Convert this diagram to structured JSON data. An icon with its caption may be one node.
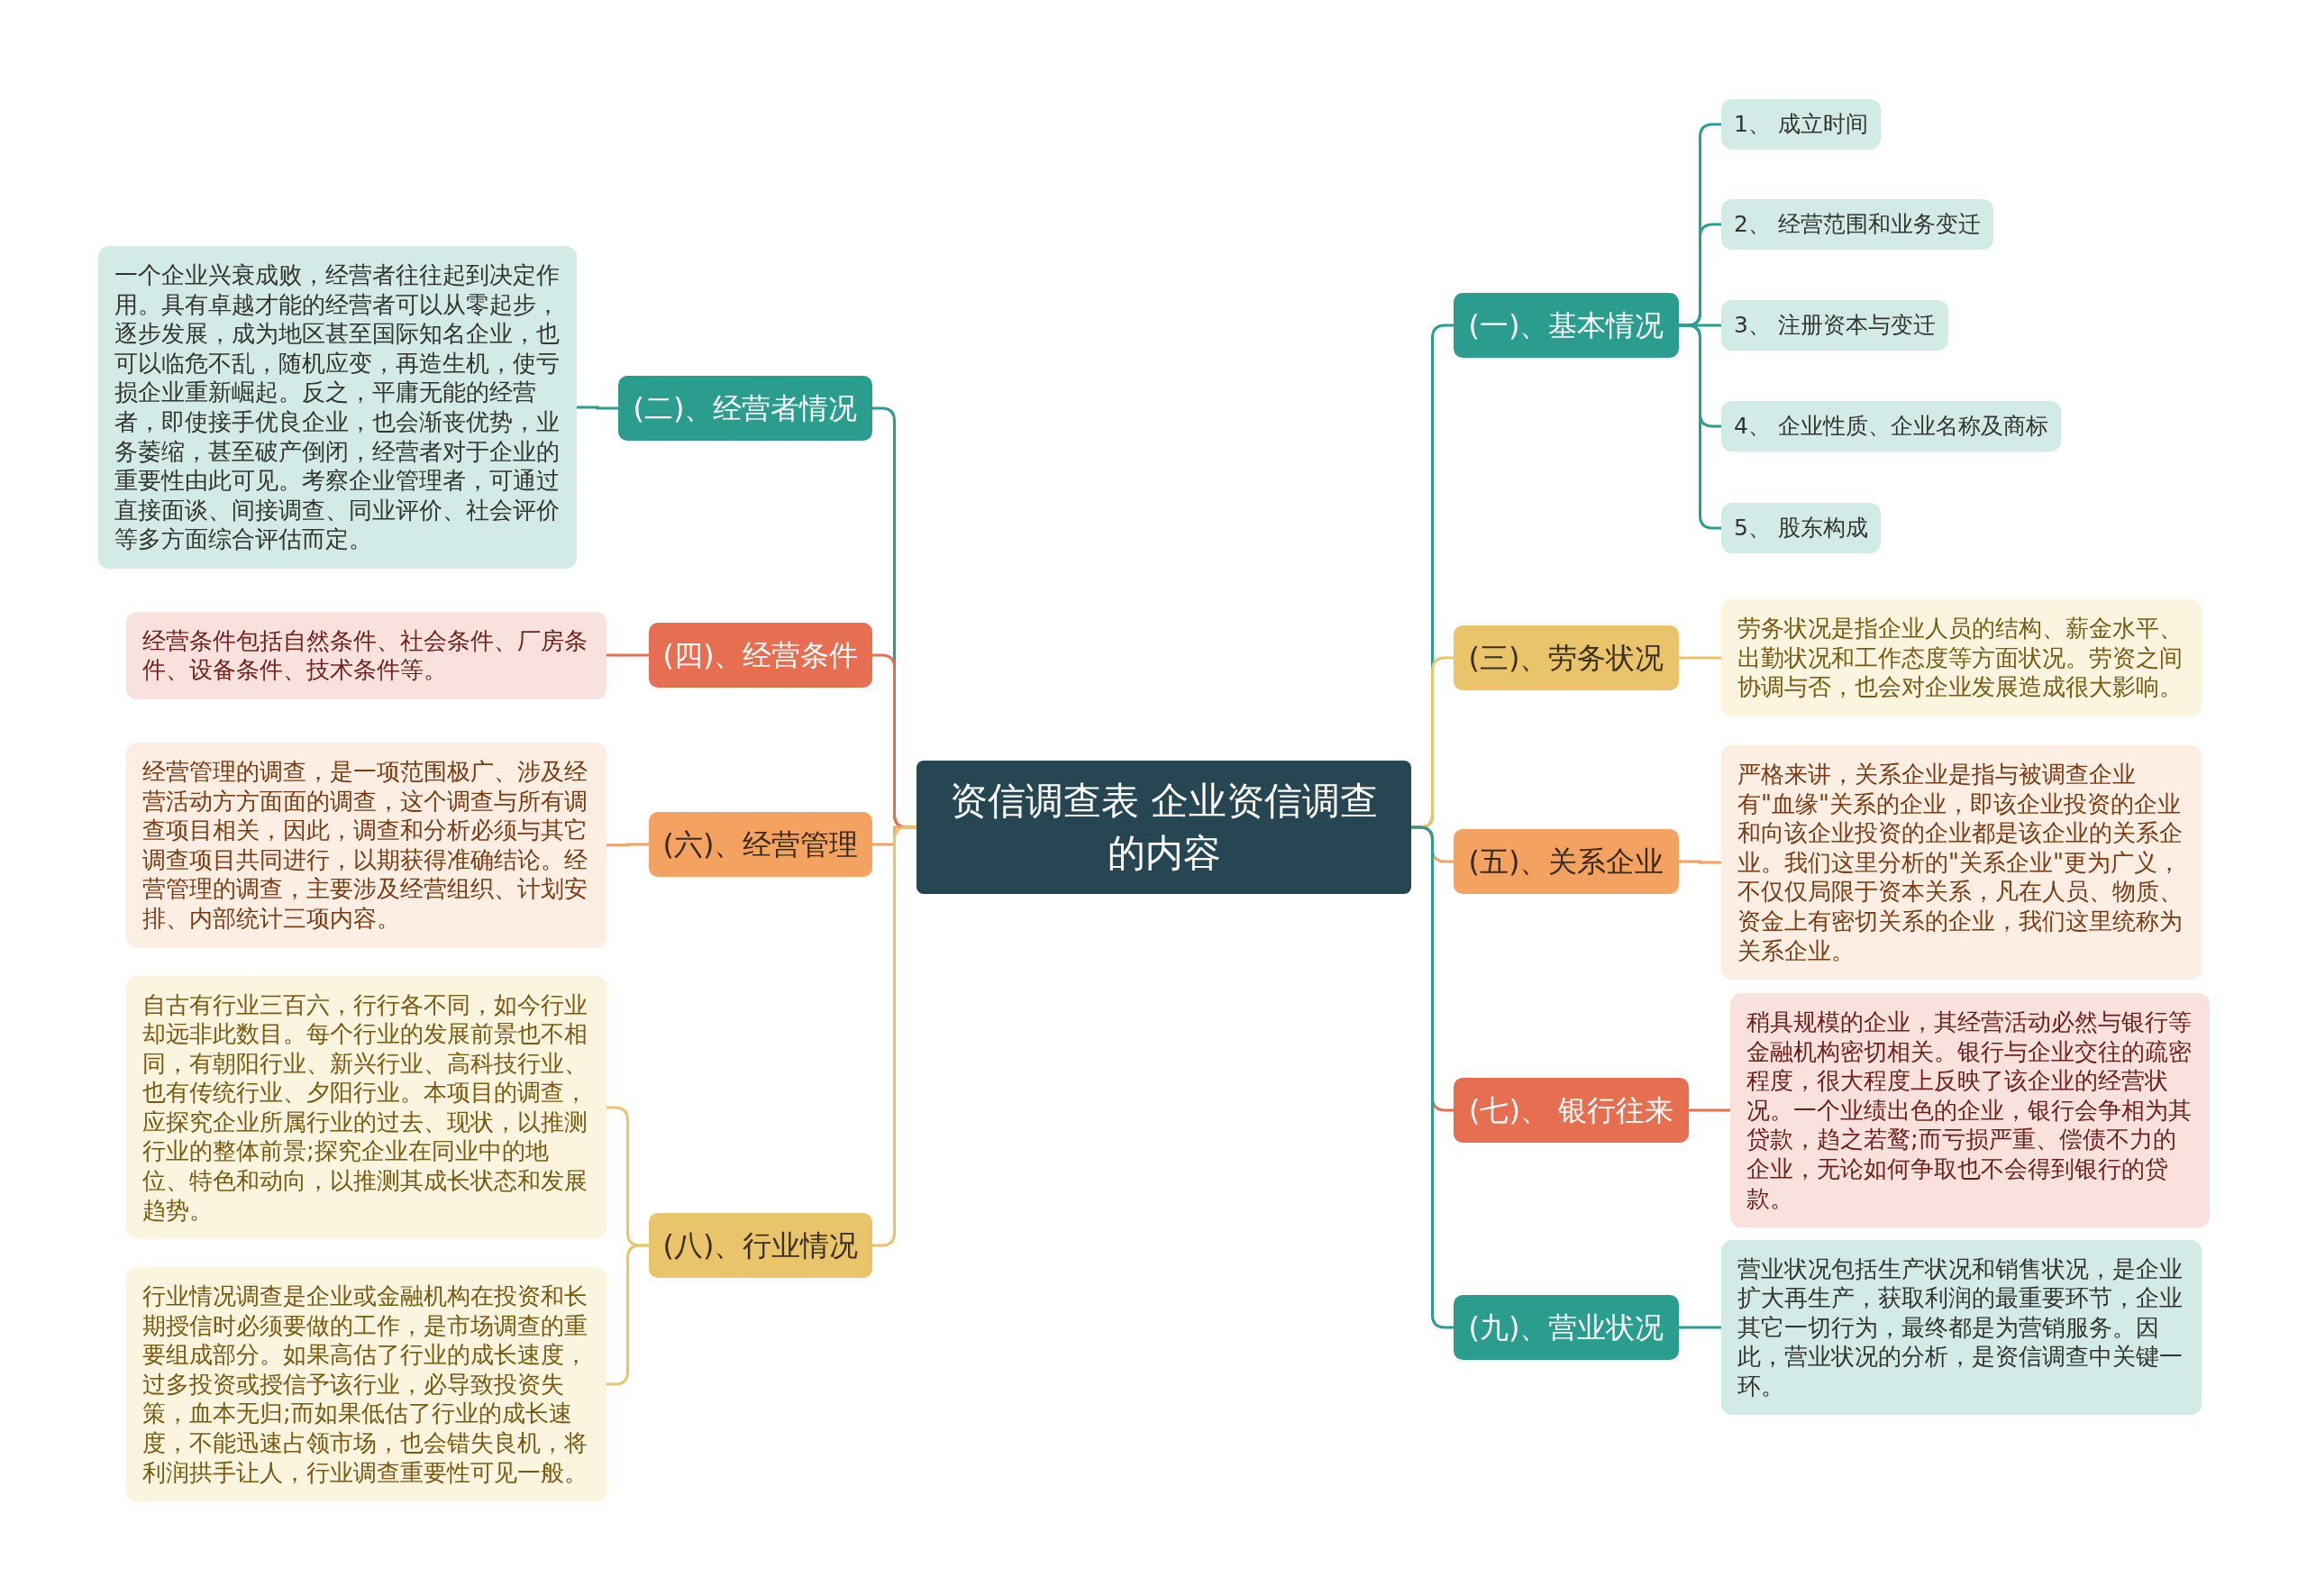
{
  "diagram": {
    "nodes": [
      {
        "text": [
          "资信调查表 企业资信调查的内容"
        ]
      },
      {
        "text": [
          "(一)、基本情况"
        ]
      },
      {
        "text": [
          "1、 成立时间"
        ]
      },
      {
        "text": [
          "2、 经营范围和业务变迁"
        ]
      },
      {
        "text": [
          "3、 注册资本与变迁"
        ]
      },
      {
        "text": [
          "4、 企业性质、企业名称及商标"
        ]
      },
      {
        "text": [
          "5、 股东构成"
        ]
      },
      {
        "text": [
          "(二)、经营者情况"
        ]
      },
      {
        "text": [
          "一个企业兴衰成败，经营者往往起到决定作用。具有卓越才能的经营者可以从零起步，逐步发展，成为地区甚至国际知名企业，也可以临危不乱，随机应变，再造生机，使亏损企业重新崛起。反之，平庸无能的经营者，即使接手优良企业，也会渐丧优势，业务萎缩，甚至破产倒闭，经营者对于企业的重要性由此可见。考察企业管理者，可通过直接面谈、间接调查、同业评价、社会评价等多方面综合评估而定。"
        ]
      },
      {
        "text": [
          "(三)、劳务状况"
        ]
      },
      {
        "text": [
          "劳务状况是指企业人员的结构、薪金水平、出勤状况和工作态度等方面状况。劳资之间协调与否，也会对企业发展造成很大影响。"
        ]
      },
      {
        "text": [
          "(四)、经营条件"
        ]
      },
      {
        "text": [
          "经营条件包括自然条件、社会条件、厂房条件、设备条件、技术条件等。"
        ]
      },
      {
        "text": [
          "(五)、关系企业"
        ]
      },
      {
        "text": [
          "严格来讲，关系企业是指与被调查企业有\"血缘\"关系的企业，即该企业投资的企业和向该企业投资的企业都是该企业的关系企业。我们这里分析的\"关系企业\"更为广义，不仅仅局限于资本关系，凡在人员、物质、资金上有密切关系的企业，我们这里统称为关系企业。"
        ]
      },
      {
        "text": [
          "(六)、经营管理"
        ]
      },
      {
        "text": [
          "经营管理的调查，是一项范围极广、涉及经营活动方方面面的调查，这个调查与所有调查项目相关，因此，调查和分析必须与其它调查项目共同进行，以期获得准确结论。经营管理的调查，主要涉及经营组织、计划安排、内部统计三项内容。"
        ]
      },
      {
        "text": [
          "(七)、 银行往来"
        ]
      },
      {
        "text": [
          "稍具规模的企业，其经营活动必然与银行等金融机构密切相关。银行与企业交往的疏密程度，很大程度上反映了该企业的经营状况。一个业绩出色的企业，银行会争相为其贷款，趋之若鹜;而亏损严重、偿债不力的企业，无论如何争取也不会得到银行的贷款。"
        ]
      },
      {
        "text": [
          "(八)、行业情况"
        ]
      },
      {
        "text": [
          "自古有行业三百六，行行各不同，如今行业却远非此数目。每个行业的发展前景也不相同，有朝阳行业、新兴行业、高科技行业、也有传统行业、夕阳行业。本项目的调查，应探究企业所属行业的过去、现状，以推测行业的整体前景;探究企业在同业中的地位、特色和动向，以推测其成长状态和发展趋势。"
        ]
      },
      {
        "text": [
          "行业情况调查是企业或金融机构在投资和长期授信时必须要做的工作，是市场调查的重要组成部分。如果高估了行业的成长速度，过多投资或授信予该行业，必导致投资失策，血本无归;而如果低估了行业的成长速度，不能迅速占领市场，也会错失良机，将利润拱手让人，行业调查重要性可见一般。"
        ]
      },
      {
        "text": [
          "(九)、营业状况"
        ]
      },
      {
        "text": [
          "营业状况包括生产状况和销售状况，是企业扩大再生产，获取利润的最重要环节，企业其它一切行为，最终都是为营销服务。因此，营业状况的分析，是资信调查中关键一环。"
        ]
      }
    ],
    "edges": [
      {
        "from": 0,
        "to": 1,
        "arrow": "none"
      },
      {
        "from": 0,
        "to": 7,
        "arrow": "none"
      },
      {
        "from": 0,
        "to": 9,
        "arrow": "none",
        "color": "#e9c46a"
      },
      {
        "from": 0,
        "to": 11,
        "arrow": "none",
        "color": "#e76f51"
      },
      {
        "from": 0,
        "to": 13,
        "arrow": "none",
        "color": "#f4a261"
      },
      {
        "from": 0,
        "to": 15,
        "arrow": "none",
        "color": "#f4a261"
      },
      {
        "from": 0,
        "to": 17,
        "arrow": "none",
        "color": "#e76f51"
      },
      {
        "from": 0,
        "to": 19,
        "arrow": "none",
        "color": "#e9c46a"
      },
      {
        "from": 0,
        "to": 22,
        "arrow": "none"
      },
      {
        "from": 1,
        "to": 2,
        "arrow": "none"
      },
      {
        "from": 1,
        "to": 3,
        "arrow": "none"
      },
      {
        "from": 1,
        "to": 4,
        "arrow": "none"
      },
      {
        "from": 1,
        "to": 5,
        "arrow": "none"
      },
      {
        "from": 1,
        "to": 6,
        "arrow": "none"
      },
      {
        "from": 7,
        "to": 8,
        "arrow": "none"
      },
      {
        "from": 9,
        "to": 10,
        "arrow": "none",
        "color": "#e9c46a"
      },
      {
        "from": 11,
        "to": 12,
        "arrow": "none",
        "color": "#e76f51"
      },
      {
        "from": 13,
        "to": 14,
        "arrow": "none",
        "color": "#f4a261"
      },
      {
        "from": 15,
        "to": 16,
        "arrow": "none",
        "color": "#f4a261"
      },
      {
        "from": 17,
        "to": 18,
        "arrow": "none",
        "color": "#e76f51"
      },
      {
        "from": 19,
        "to": 20,
        "arrow": "none",
        "color": "#e9c46a"
      },
      {
        "from": 19,
        "to": 21,
        "arrow": "none",
        "color": "#e9c46a"
      },
      {
        "from": 22,
        "to": 23,
        "arrow": "none"
      }
    ]
  }
}
